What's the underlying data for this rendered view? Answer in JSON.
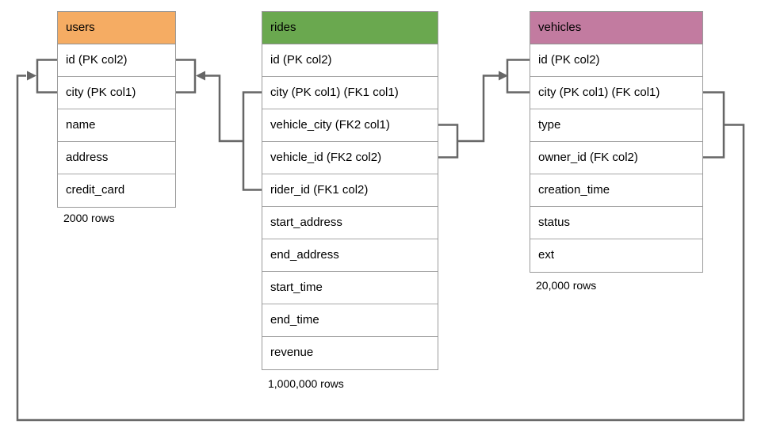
{
  "diagram": {
    "tables": {
      "users": {
        "name": "users",
        "header_color": "#F5AC63",
        "columns": [
          "id (PK col2)",
          "city (PK col1)",
          "name",
          "address",
          "credit_card"
        ],
        "row_count": "2000 rows"
      },
      "rides": {
        "name": "rides",
        "header_color": "#6AA84F",
        "columns": [
          "id (PK col2)",
          "city (PK col1) (FK1 col1)",
          "vehicle_city (FK2 col1)",
          "vehicle_id (FK2 col2)",
          "rider_id (FK1 col2)",
          "start_address",
          "end_address",
          "start_time",
          "end_time",
          "revenue"
        ],
        "row_count": "1,000,000 rows"
      },
      "vehicles": {
        "name": "vehicles",
        "header_color": "#C27BA0",
        "columns": [
          "id (PK col2)",
          "city (PK col1) (FK col1)",
          "type",
          "owner_id (FK col2)",
          "creation_time",
          "status",
          "ext"
        ],
        "row_count": "20,000 rows"
      }
    },
    "relationships": [
      {
        "from": "rides (city, rider_id)",
        "fk": "FK1",
        "to": "users (id, city)"
      },
      {
        "from": "rides (vehicle_city, vehicle_id)",
        "fk": "FK2",
        "to": "vehicles (id, city)"
      },
      {
        "from": "vehicles (city, owner_id)",
        "fk": "FK",
        "to": "users (id, city)"
      }
    ],
    "line_color": "#666666"
  }
}
